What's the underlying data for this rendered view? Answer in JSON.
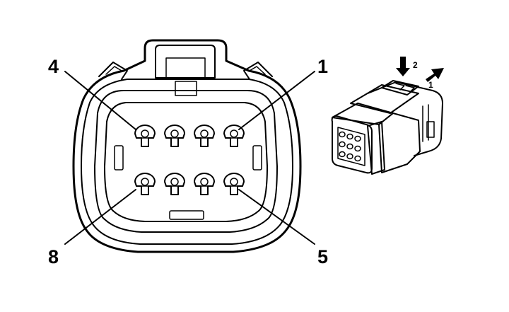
{
  "diagram": {
    "face_view": {
      "pin_callouts": [
        {
          "pin": "4",
          "corner": "top-left"
        },
        {
          "pin": "1",
          "corner": "top-right"
        },
        {
          "pin": "8",
          "corner": "bottom-left"
        },
        {
          "pin": "5",
          "corner": "bottom-right"
        }
      ],
      "cavity_rows": 2,
      "cavities_per_row": 4
    },
    "iso_view": {
      "steps": [
        {
          "label": "2",
          "direction": "down"
        },
        {
          "label": "1",
          "direction": "up-right"
        }
      ]
    },
    "colors": {
      "line": "#000000",
      "background": "#ffffff",
      "fill": "#ffffff",
      "shade": "#d9d9d9"
    }
  }
}
